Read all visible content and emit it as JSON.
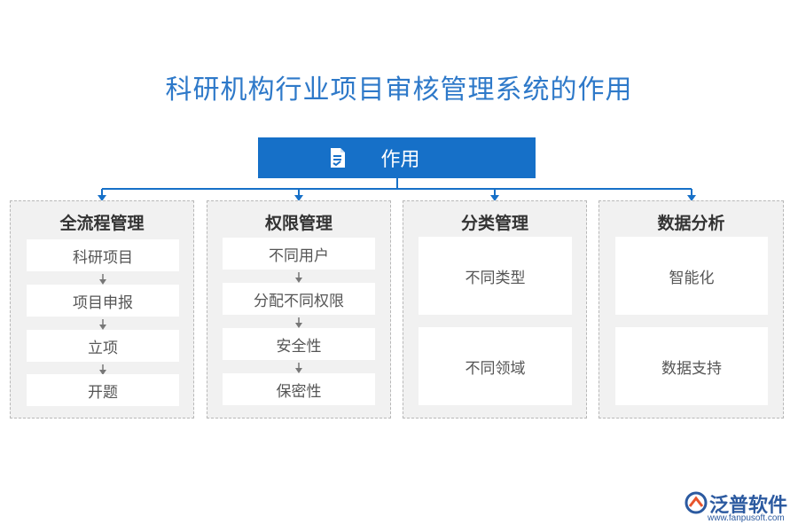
{
  "title": "科研机构行业项目审核管理系统的作用",
  "root": {
    "label": "作用",
    "icon": "document-icon"
  },
  "columns": [
    {
      "title": "全流程管理",
      "items": [
        "科研项目",
        "项目申报",
        "立项",
        "开题"
      ]
    },
    {
      "title": "权限管理",
      "items": [
        "不同用户",
        "分配不同权限",
        "安全性",
        "保密性"
      ]
    },
    {
      "title": "分类管理",
      "items": [
        "不同类型",
        "不同领域"
      ]
    },
    {
      "title": "数据分析",
      "items": [
        "智能化",
        "数据支持"
      ]
    }
  ],
  "logo": {
    "name": "泛普软件",
    "url": "www.fanpusoft.com"
  },
  "colors": {
    "accent": "#1670c8",
    "title": "#2e79c9",
    "panel": "#f1f1f1"
  }
}
